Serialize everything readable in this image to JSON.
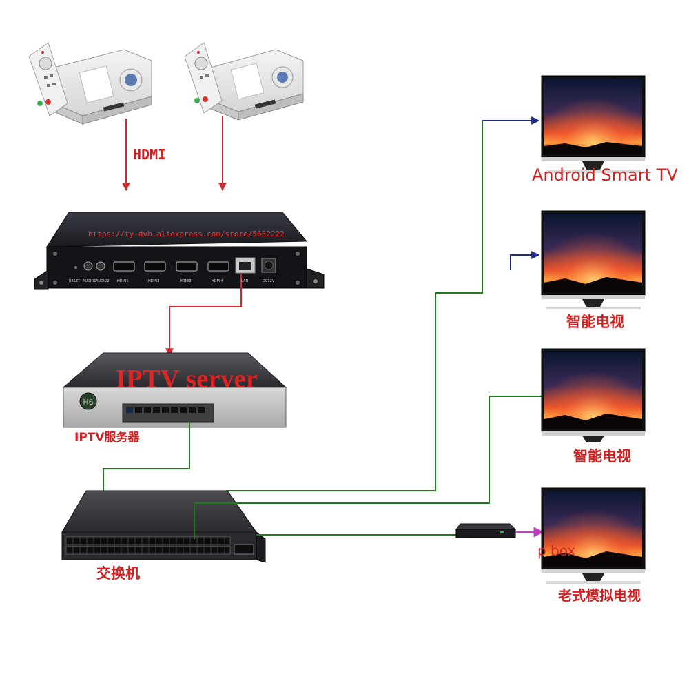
{
  "labels": {
    "hdmi": "HDMI",
    "android_tv": "Android Smart TV",
    "smart_tv_1": "智能电视",
    "smart_tv_2": "智能电视",
    "old_tv": "老式模拟电视",
    "iptv_server_title": "IPTV server",
    "iptv_server_cn": "IPTV服务器",
    "switch": "交换机",
    "store_url": "https://ty-dvb.aliexpress.com/store/5632222",
    "set_top_box_partial": "p box"
  },
  "encoder_ports": [
    "RESET",
    "AUDIO1",
    "AUDIO2",
    "HDMI1",
    "HDMI2",
    "HDMI3",
    "HDMI4",
    "LAN",
    "DC12V"
  ],
  "server_badge": "H6",
  "colors": {
    "red_line": "#cc2b2b",
    "green_line": "#1e7b1e",
    "blue_arrow": "#1c2a8c",
    "magenta_arrow": "#c040c0",
    "label_red": "#d42020"
  }
}
